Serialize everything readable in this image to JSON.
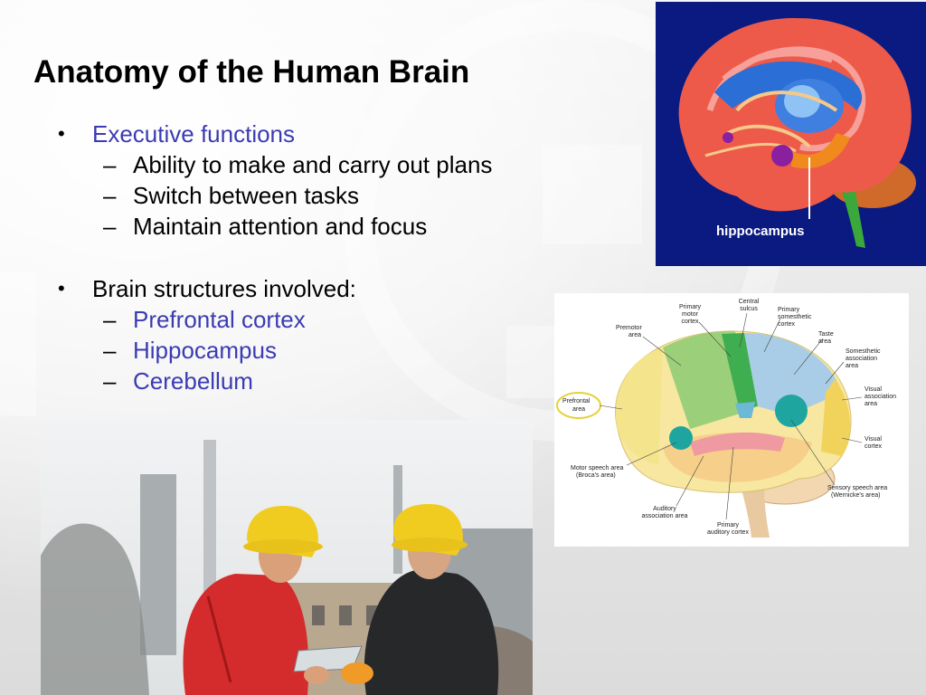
{
  "slide": {
    "title": "Anatomy of the Human Brain",
    "bullets": [
      {
        "marker": "•",
        "text": "Executive functions",
        "sub": [
          {
            "marker": "–",
            "text": "Ability to make and carry out plans"
          },
          {
            "marker": "–",
            "text": "Switch between tasks"
          },
          {
            "marker": "–",
            "text": "Maintain attention and focus"
          }
        ]
      },
      {
        "marker": "•",
        "text": "Brain structures involved:",
        "sub": [
          {
            "marker": "–",
            "text": "Prefrontal cortex"
          },
          {
            "marker": "–",
            "text": "Hippocampus"
          },
          {
            "marker": "–",
            "text": "Cerebellum"
          }
        ]
      }
    ]
  },
  "hippocampus_image": {
    "label": "hippocampus"
  },
  "cortex_diagram": {
    "labels": {
      "central_sulcus": [
        "Central",
        "sulcus"
      ],
      "primary_motor": [
        "Primary",
        "motor",
        "cortex"
      ],
      "primary_somesthetic": [
        "Primary",
        "somesthetic",
        "cortex"
      ],
      "premotor": [
        "Premotor",
        "area"
      ],
      "taste": [
        "Taste",
        "area"
      ],
      "somesthetic_assoc": [
        "Somesthetic",
        "association",
        "area"
      ],
      "prefrontal": [
        "Prefrontal",
        "area"
      ],
      "visual_assoc": [
        "Visual",
        "association",
        "area"
      ],
      "visual_cortex": [
        "Visual",
        "cortex"
      ],
      "motor_speech": [
        "Motor speech area",
        "(Broca's area)"
      ],
      "sensory_speech": [
        "Sensory speech area",
        "(Wernicke's area)"
      ],
      "auditory_assoc": [
        "Auditory",
        "association area"
      ],
      "primary_auditory": [
        "Primary",
        "auditory cortex"
      ]
    }
  },
  "colors": {
    "bullet_blue": "#3b3bb3",
    "brain_bg": "#0a1a80",
    "cortex_red": "#ee5a4a"
  }
}
